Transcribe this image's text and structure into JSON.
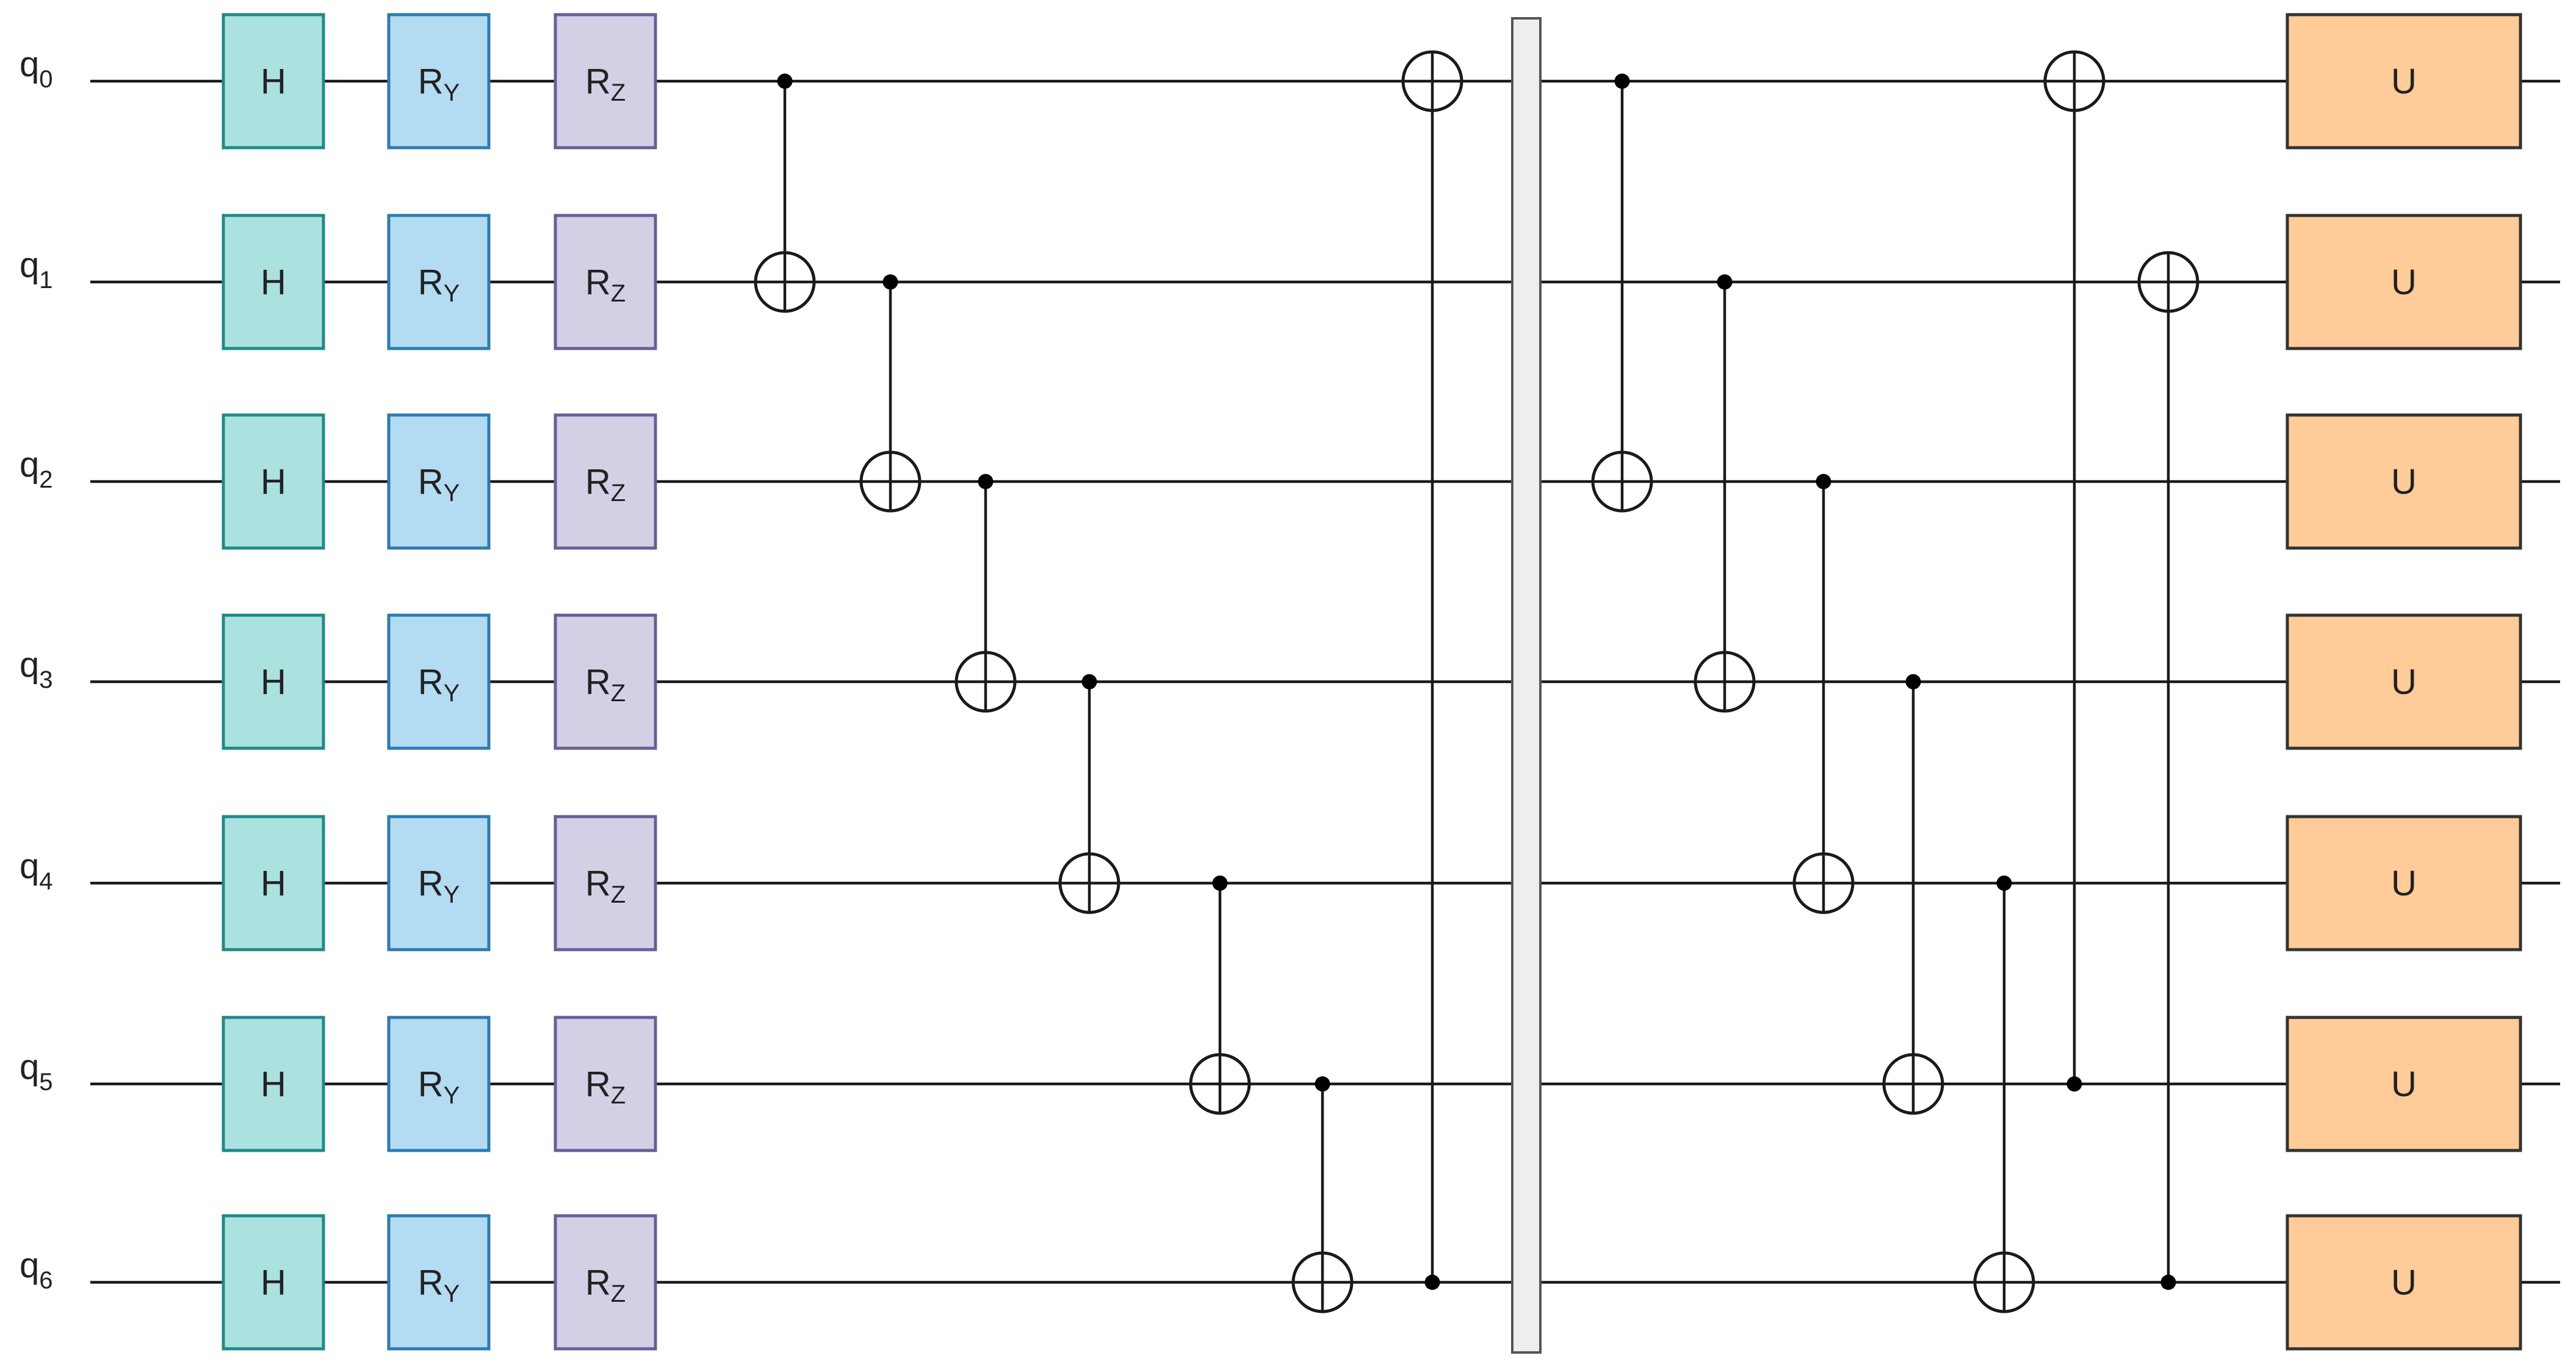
{
  "qubits": [
    {
      "name": "q",
      "index": "0"
    },
    {
      "name": "q",
      "index": "1"
    },
    {
      "name": "q",
      "index": "2"
    },
    {
      "name": "q",
      "index": "3"
    },
    {
      "name": "q",
      "index": "4"
    },
    {
      "name": "q",
      "index": "5"
    },
    {
      "name": "q",
      "index": "6"
    }
  ],
  "gate_styles": {
    "H": {
      "label": "H",
      "sub": "",
      "fill": "#abe1de",
      "stroke": "#1f8a8a"
    },
    "RY": {
      "label": "R",
      "sub": "Y",
      "fill": "#b3dbf2",
      "stroke": "#2c7bb0"
    },
    "RZ": {
      "label": "R",
      "sub": "Z",
      "fill": "#d3d0e6",
      "stroke": "#6a5d98"
    },
    "U": {
      "label": "U",
      "sub": "",
      "fill": "#ffcc99",
      "stroke": "#333333"
    }
  },
  "barrier": {
    "fill": "#eeeeee",
    "stroke": "#555555"
  },
  "single_qubit_layers": [
    {
      "type": "H",
      "qubits": [
        0,
        1,
        2,
        3,
        4,
        5,
        6
      ]
    },
    {
      "type": "RY",
      "qubits": [
        0,
        1,
        2,
        3,
        4,
        5,
        6
      ]
    },
    {
      "type": "RZ",
      "qubits": [
        0,
        1,
        2,
        3,
        4,
        5,
        6
      ]
    }
  ],
  "entangling_block_1": [
    {
      "control": 0,
      "target": 1
    },
    {
      "control": 1,
      "target": 2
    },
    {
      "control": 2,
      "target": 3
    },
    {
      "control": 3,
      "target": 4
    },
    {
      "control": 4,
      "target": 5
    },
    {
      "control": 5,
      "target": 6
    },
    {
      "control": 6,
      "target": 0
    }
  ],
  "entangling_block_2": [
    {
      "control": 0,
      "target": 2
    },
    {
      "control": 1,
      "target": 3
    },
    {
      "control": 2,
      "target": 4
    },
    {
      "control": 3,
      "target": 5
    },
    {
      "control": 4,
      "target": 6
    },
    {
      "control": 5,
      "target": 0
    },
    {
      "control": 6,
      "target": 1
    }
  ],
  "final_layer": {
    "type": "U",
    "qubits": [
      0,
      1,
      2,
      3,
      4,
      5,
      6
    ]
  }
}
